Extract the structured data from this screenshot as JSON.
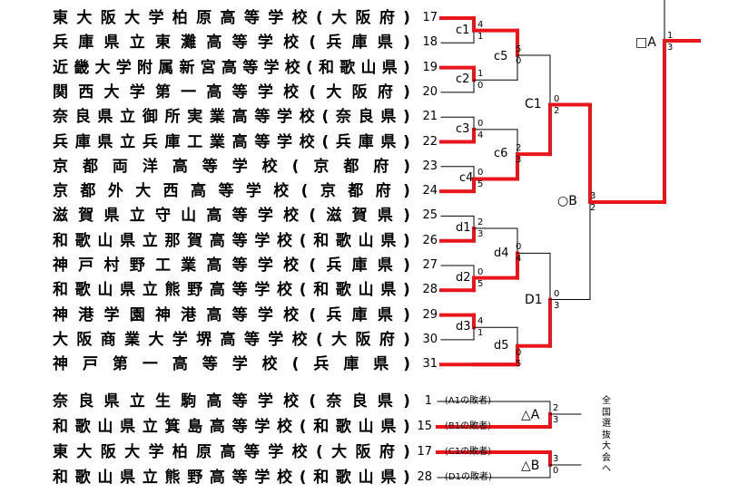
{
  "entries": [
    {
      "name": "東大阪大学柏原高等学校(大阪府)",
      "seed": "17"
    },
    {
      "name": "兵庫県立東灘高等学校(兵庫県)",
      "seed": "18"
    },
    {
      "name": "近畿大学附属新宮高等学校(和歌山県)",
      "seed": "19"
    },
    {
      "name": "関西大学第一高等学校(大阪府)",
      "seed": "20"
    },
    {
      "name": "奈良県立御所実業高等学校(奈良県)",
      "seed": "21"
    },
    {
      "name": "兵庫県立兵庫工業高等学校(兵庫県)",
      "seed": "22"
    },
    {
      "name": "京都両洋高等学校(京都府)",
      "seed": "23"
    },
    {
      "name": "京都外大西高等学校(京都府)",
      "seed": "24"
    },
    {
      "name": "滋賀県立守山高等学校(滋賀県)",
      "seed": "25"
    },
    {
      "name": "和歌山県立那賀高等学校(和歌山県)",
      "seed": "26"
    },
    {
      "name": "神戸村野工業高等学校(兵庫県)",
      "seed": "27"
    },
    {
      "name": "和歌山県立熊野高等学校(和歌山県)",
      "seed": "28"
    },
    {
      "name": "神港学園神港高等学校(兵庫県)",
      "seed": "29"
    },
    {
      "name": "大阪商業大学堺高等学校(大阪府)",
      "seed": "30"
    },
    {
      "name": "神戸第一高等学校(兵庫県)",
      "seed": "31"
    }
  ],
  "losers": [
    {
      "name": "奈良県立生駒高等学校(奈良県)",
      "seed": "1",
      "note": "(A1の敗者)"
    },
    {
      "name": "和歌山県立箕島高等学校(和歌山県)",
      "seed": "15",
      "note": "(B1の敗者)"
    },
    {
      "name": "東大阪大学柏原高等学校(大阪府)",
      "seed": "17",
      "note": "(C1の敗者)"
    },
    {
      "name": "和歌山県立熊野高等学校(和歌山県)",
      "seed": "28",
      "note": "(D1の敗者)"
    }
  ],
  "matches": {
    "c1": "c1",
    "c2": "c2",
    "c3": "c3",
    "c4": "c4",
    "c5": "c5",
    "c6": "c6",
    "d1": "d1",
    "d2": "d2",
    "d3": "d3",
    "d4": "d4",
    "d5": "d5",
    "C1": "C1",
    "D1": "D1",
    "B": "○B",
    "A": "□A",
    "TA": "△A",
    "TB": "△B"
  },
  "scores": {
    "c1a": "4",
    "c1b": "1",
    "c2a": "1",
    "c2b": "0",
    "c5a": "5",
    "c5b": "0",
    "c3a": "0",
    "c3b": "4",
    "c4a": "0",
    "c4b": "5",
    "c6a": "2",
    "c6b": "3",
    "C1a": "0",
    "C1b": "2",
    "d1a": "2",
    "d1b": "3",
    "d2a": "0",
    "d2b": "5",
    "d3a": "4",
    "d3b": "1",
    "d4a": "0",
    "d4b": "4",
    "d5a": "0",
    "d5b": "5",
    "D1a": "0",
    "D1b": "3",
    "Ba": "3",
    "Bb": "2",
    "Aa": "1",
    "Ab": "3",
    "TAa": "2",
    "TAb": "3",
    "TBa": "3",
    "TBb": "0"
  },
  "side_text": "全国選抜大会へ",
  "colors": {
    "win": "#e8161b",
    "line": "#000000"
  }
}
